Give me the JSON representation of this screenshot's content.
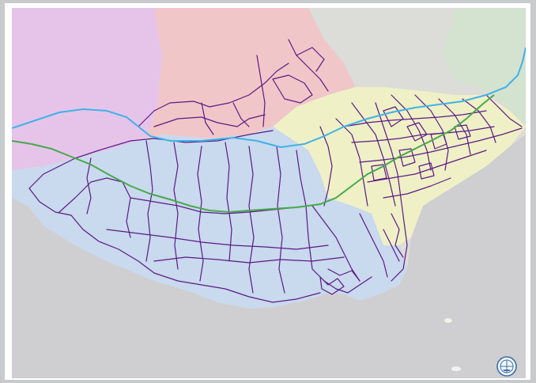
{
  "map": {
    "colors": {
      "sea": "#cfcfd1",
      "land_base": "#dcdcd8",
      "zone_west": "#e6c4ea",
      "zone_north": "#f1c6c8",
      "zone_south": "#c9d9ee",
      "zone_east": "#eff0c6",
      "zone_far_east": "#d4e2d0",
      "road_network": "#5b1a85",
      "motorway_line": "#3fb2e6",
      "rail_line": "#48a84a"
    },
    "zones": [
      "west",
      "north",
      "south",
      "east",
      "far-east"
    ],
    "routes": [
      "motorway",
      "railway",
      "local-roads"
    ]
  },
  "logo": {
    "icon": "circular-emblem-icon"
  }
}
